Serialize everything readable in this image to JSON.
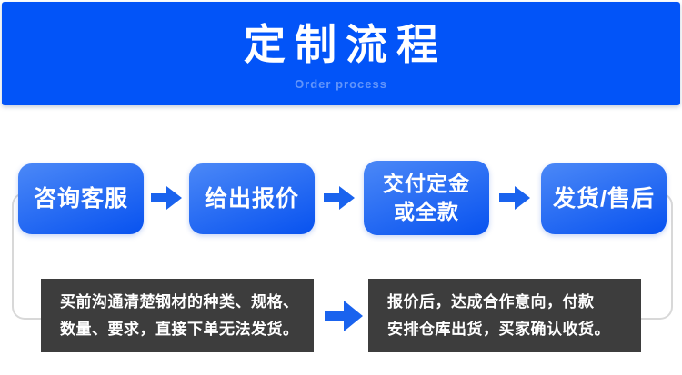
{
  "header": {
    "title": "定制流程",
    "subtitle": "Order process"
  },
  "steps": [
    {
      "lines": [
        "咨询客服"
      ]
    },
    {
      "lines": [
        "给出报价"
      ]
    },
    {
      "lines": [
        "交付定金",
        "或全款"
      ]
    },
    {
      "lines": [
        "发货/售后"
      ]
    }
  ],
  "notes": [
    {
      "lines": [
        "买前沟通清楚钢材的种类、规格、",
        "数量、要求，直接下单无法发货。"
      ]
    },
    {
      "lines": [
        "报价后，达成合作意向，付款",
        "安排仓库出货，买家确认收货。"
      ]
    }
  ],
  "colors": {
    "header_background": "#0254f8",
    "header_subtitle": "#4a7df0",
    "step_gradient_start": "#4b88f7",
    "step_gradient_end": "#0b55f0",
    "arrow_blue": "#1a63ee",
    "note_background": "#3d3d3d",
    "connector_outline": "#d8d8d8",
    "text_white": "#ffffff"
  }
}
